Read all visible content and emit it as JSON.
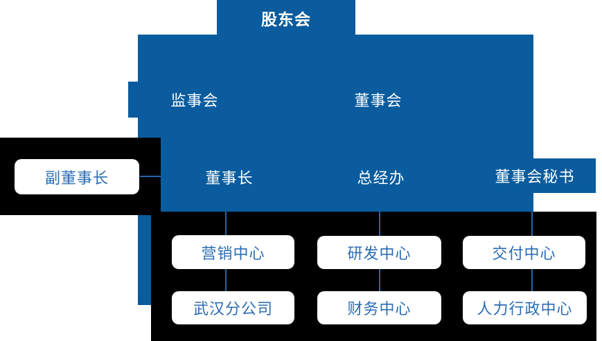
{
  "colors": {
    "blue": "#0a5c9e",
    "black": "#000000",
    "line_blue": "#2565ad",
    "box_text_blue": "#2b6cb3",
    "white": "#ffffff"
  },
  "nodes": {
    "shareholders": {
      "label": "股东会"
    },
    "supervisory_board": {
      "label": "监事会"
    },
    "board_of_directors": {
      "label": "董事会"
    },
    "vice_chairman": {
      "label": "副董事长"
    },
    "chairman": {
      "label": "董事长"
    },
    "gm_office": {
      "label": "总经办"
    },
    "board_secretary": {
      "label": "董事会秘书"
    },
    "marketing_center": {
      "label": "营销中心"
    },
    "rd_center": {
      "label": "研发中心"
    },
    "delivery_center": {
      "label": "交付中心"
    },
    "wuhan_branch": {
      "label": "武汉分公司"
    },
    "finance_center": {
      "label": "财务中心"
    },
    "hr_admin_center": {
      "label": "人力行政中心"
    }
  },
  "edges": [
    {
      "from": "panel",
      "to": "vice_chairman"
    },
    {
      "from": "panel",
      "to": "marketing_center"
    },
    {
      "from": "marketing_center",
      "to": "wuhan_branch"
    },
    {
      "from": "panel",
      "to": "rd_center"
    },
    {
      "from": "rd_center",
      "to": "finance_center"
    },
    {
      "from": "panel",
      "to": "delivery_center"
    },
    {
      "from": "delivery_center",
      "to": "hr_admin_center"
    }
  ]
}
